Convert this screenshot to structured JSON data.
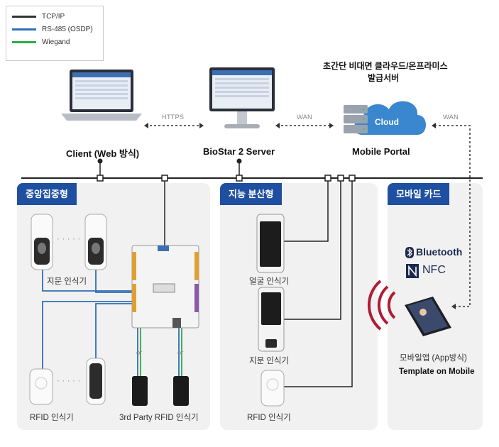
{
  "legend": [
    {
      "label": "TCP/IP",
      "color": "#333333"
    },
    {
      "label": "RS-485 (OSDP)",
      "color": "#2f6fb5"
    },
    {
      "label": "Wiegand",
      "color": "#2eaa4a"
    }
  ],
  "top": {
    "client_label": "Client (Web 방식)",
    "server_label": "BioStar 2 Server",
    "portal_label": "Mobile Portal",
    "cloud_text": "Cloud",
    "portal_caption_line1": "초간단 비대면 클라우드/온프라미스",
    "portal_caption_line2": "발급서버",
    "link_https": "HTTPS",
    "link_wan1": "WAN",
    "link_wan2": "WAN"
  },
  "panels": {
    "centralized": {
      "title": "중앙집중형",
      "fingerprint_label": "지문 인식기",
      "rfid_label": "RFID 인식기",
      "third_party_label": "3rd Party RFID 인식기",
      "or1": "or",
      "or2": "or"
    },
    "intelligent": {
      "title": "지능 분산형",
      "face_label": "얼굴 인식기",
      "fingerprint_label": "지문 인식기",
      "rfid_label": "RFID 인식기"
    },
    "mobile": {
      "title": "모바일 카드",
      "bluetooth": "Bluetooth",
      "nfc": "NFC",
      "app_label": "모바일앱 (App방식)",
      "template_label": "Template on Mobile"
    }
  },
  "colors": {
    "accent": "#1e4fa0",
    "tcp": "#333333",
    "rs485": "#2f6fb5",
    "wiegand": "#2eaa4a",
    "wireless": "#b01c34"
  }
}
